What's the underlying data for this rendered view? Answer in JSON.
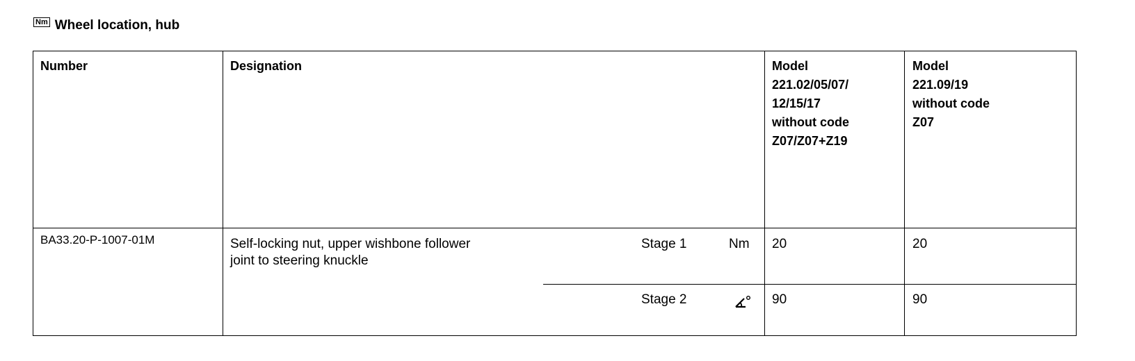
{
  "heading": {
    "icon_text": "Nm",
    "title": "Wheel location, hub"
  },
  "table": {
    "headers": {
      "number": "Number",
      "designation": "Designation",
      "model1": [
        "Model",
        "221.02/05/07/",
        "12/15/17",
        "without code",
        "Z07/Z07+Z19"
      ],
      "model2": [
        "Model",
        "221.09/19",
        "without code",
        "Z07"
      ]
    },
    "row": {
      "number": "BA33.20-P-1007-01M",
      "designation": [
        "Self-locking nut, upper wishbone follower",
        "joint to steering knuckle"
      ],
      "stages": [
        {
          "label": "Stage 1",
          "unit": "Nm",
          "unit_icon": "",
          "model1": "20",
          "model2": "20"
        },
        {
          "label": "Stage 2",
          "unit": "",
          "unit_icon": "angle-degree-icon",
          "model1": "90",
          "model2": "90"
        }
      ]
    }
  }
}
